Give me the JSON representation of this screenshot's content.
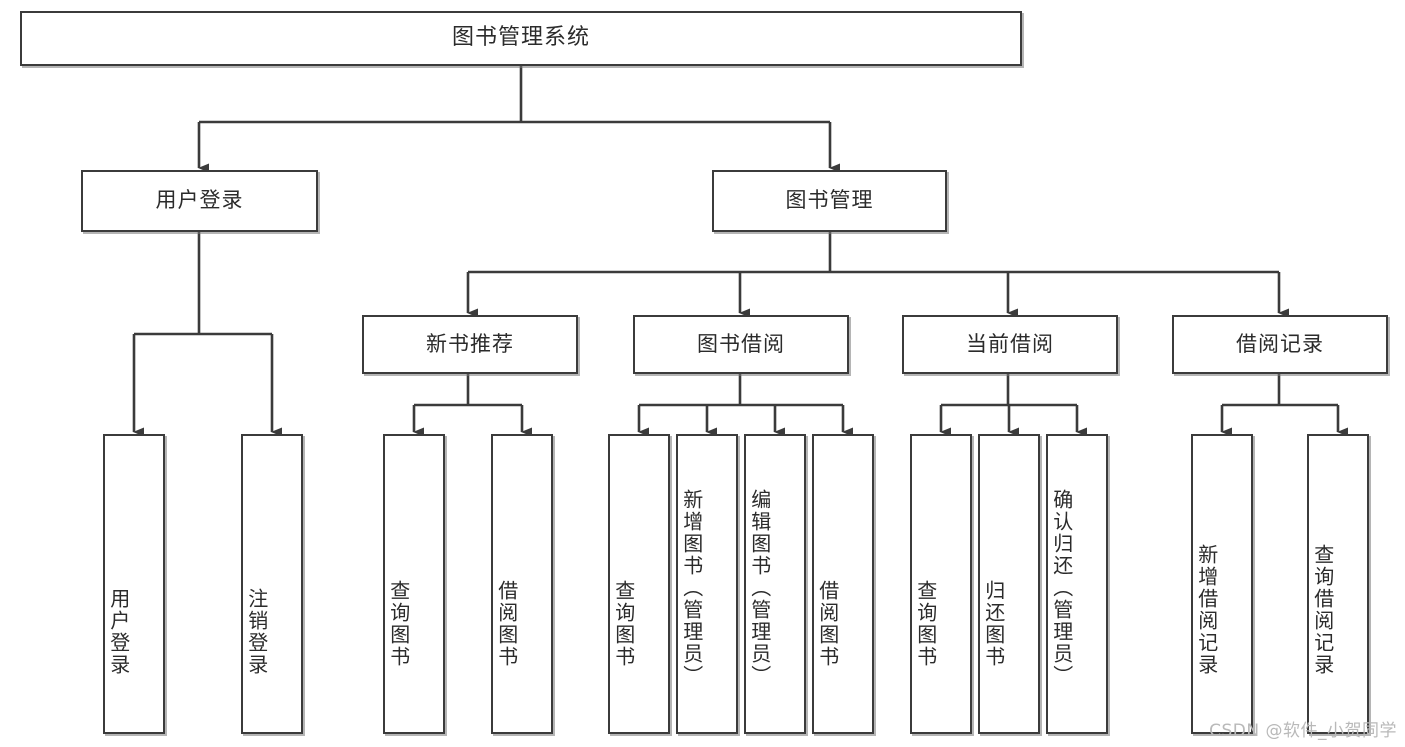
{
  "diagram": {
    "title": "图书管理系统",
    "watermark": "CSDN @软件_小贺同学",
    "line_color": "#3b3b3b",
    "box_border_color": "#3b3b3b",
    "box_fill": "#ffffff",
    "text_color": "#2b2b2b",
    "watermark_color": "#b9b9b9"
  },
  "nodes": {
    "root": {
      "label": "图书管理系统"
    },
    "level2": [
      {
        "id": "user-login",
        "label": "用户登录"
      },
      {
        "id": "book-manage",
        "label": "图书管理"
      }
    ],
    "level3": [
      {
        "id": "new-book-recommend",
        "label": "新书推荐"
      },
      {
        "id": "book-borrow",
        "label": "图书借阅"
      },
      {
        "id": "current-borrow",
        "label": "当前借阅"
      },
      {
        "id": "borrow-record",
        "label": "借阅记录"
      }
    ],
    "leaves": {
      "user-login": [
        {
          "id": "leaf-user-login",
          "label": "用户登录"
        },
        {
          "id": "leaf-logout",
          "label": "注销登录"
        }
      ],
      "new-book-recommend": [
        {
          "id": "leaf-query-book-1",
          "label": "查询图书"
        },
        {
          "id": "leaf-borrow-book-1",
          "label": "借阅图书"
        }
      ],
      "book-borrow": [
        {
          "id": "leaf-query-book-2",
          "label": "查询图书"
        },
        {
          "id": "leaf-add-book",
          "label": "新增图书（管理员）"
        },
        {
          "id": "leaf-edit-book",
          "label": "编辑图书（管理员）"
        },
        {
          "id": "leaf-borrow-book-2",
          "label": "借阅图书"
        }
      ],
      "current-borrow": [
        {
          "id": "leaf-query-book-3",
          "label": "查询图书"
        },
        {
          "id": "leaf-return-book",
          "label": "归还图书"
        },
        {
          "id": "leaf-confirm-return",
          "label": "确认归还（管理员）"
        }
      ],
      "borrow-record": [
        {
          "id": "leaf-add-record",
          "label": "新增借阅记录"
        },
        {
          "id": "leaf-query-record",
          "label": "查询借阅记录"
        }
      ]
    }
  }
}
